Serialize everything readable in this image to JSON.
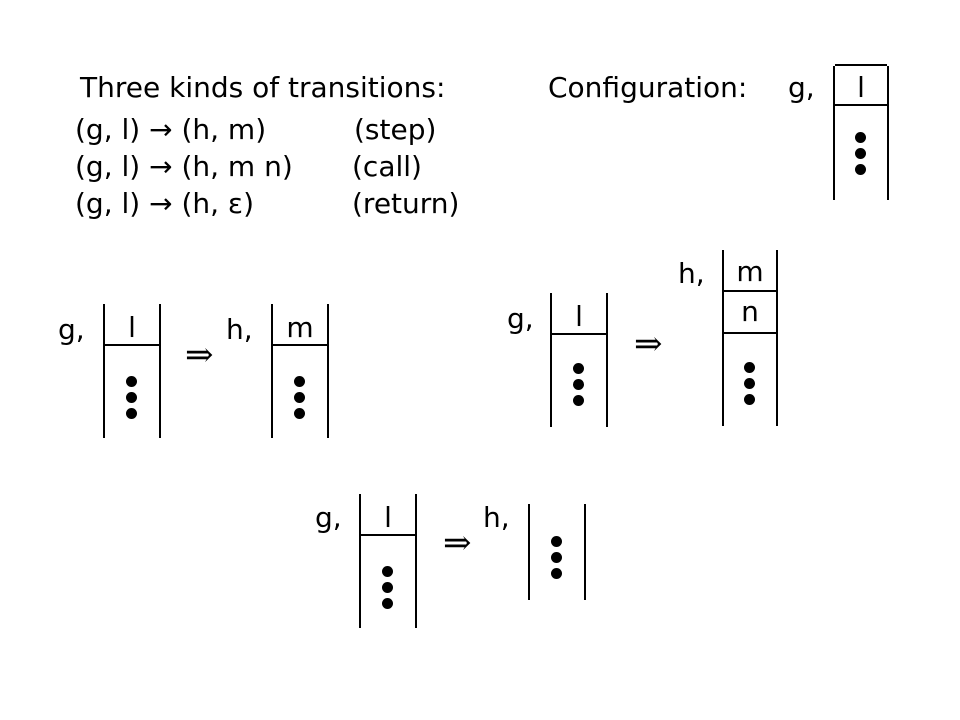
{
  "transitions": {
    "heading": "Three kinds of transitions:",
    "step": {
      "rule": "(g, l) → (h, m)",
      "kind": "(step)"
    },
    "call": {
      "rule": "(g, l) → (h, m n)",
      "kind": "(call)"
    },
    "return": {
      "rule": "(g, l) → (h, ε)",
      "kind": "(return)"
    }
  },
  "configuration": {
    "label": "Configuration:",
    "state": "g,",
    "top": "l"
  },
  "examples": {
    "step": {
      "from_state": "g,",
      "from_top": "l",
      "arrow": "⇒",
      "to_state": "h,",
      "to_top": "m"
    },
    "call": {
      "from_state": "g,",
      "from_top": "l",
      "arrow": "⇒",
      "to_state": "h,",
      "to_top": "m",
      "to_second": "n"
    },
    "return": {
      "from_state": "g,",
      "from_top": "l",
      "arrow": "⇒",
      "to_state": "h,"
    }
  }
}
